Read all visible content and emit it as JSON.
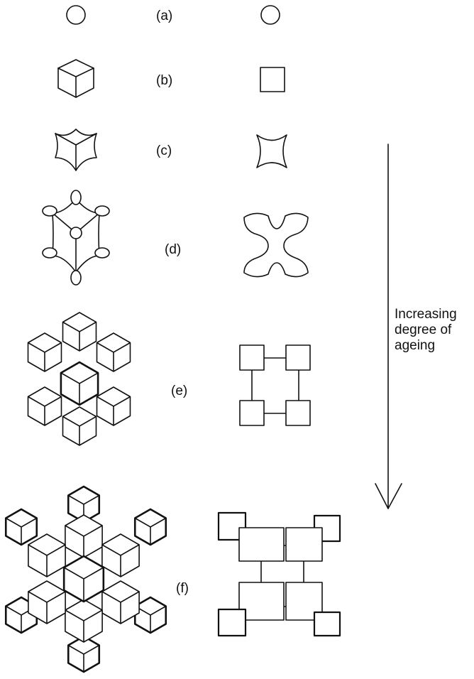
{
  "labels": {
    "a": "(a)",
    "b": "(b)",
    "c": "(c)",
    "d": "(d)",
    "e": "(e)",
    "f": "(f)"
  },
  "arrow": {
    "line1": "Increasing",
    "line2": "degree of",
    "line3": "ageing"
  }
}
